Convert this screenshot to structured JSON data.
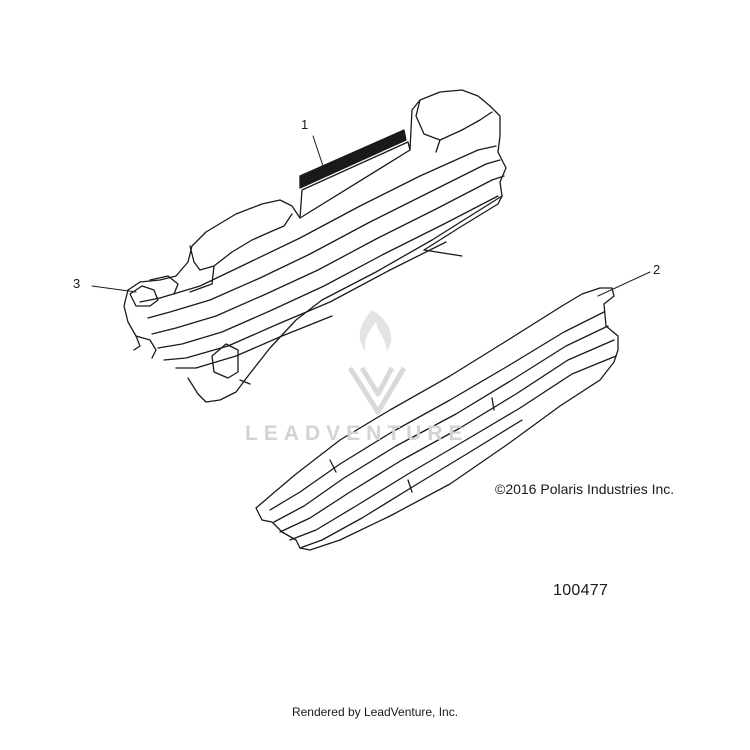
{
  "callouts": [
    {
      "label": "1"
    },
    {
      "label": "2"
    },
    {
      "label": "3"
    }
  ],
  "copyright": "©2016 Polaris Industries Inc.",
  "figure_number": "100477",
  "footer": "Rendered by LeadVenture, Inc.",
  "watermark": {
    "text": "LEADVENTURE",
    "icon": "flame-v-logo-icon"
  },
  "colors": {
    "line": "#1a1a1a",
    "watermark": "#d3d3d3",
    "background": "#ffffff"
  }
}
